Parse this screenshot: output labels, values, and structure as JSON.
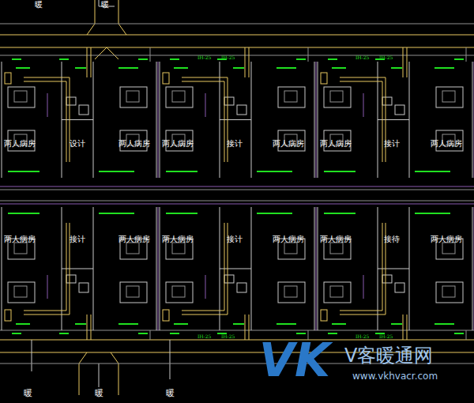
{
  "diagram": {
    "labels": [
      "暖",
      "暖",
      "两人病房",
      "两人病房",
      "两人病房",
      "两人病房",
      "两人病房",
      "两人病房",
      "两人病房",
      "两人病房",
      "两人病房",
      "两人病房",
      "两人病房",
      "两人病房",
      "设计",
      "接计",
      "接计",
      "接计",
      "接计",
      "接待",
      "IH-25",
      "IH-25",
      "IH-25",
      "IH-25",
      "IH-25",
      "IH-25",
      "IH-25",
      "IH-25",
      "暖",
      "暖",
      "暖",
      "VK",
      "V客暖通网",
      "www.vkhvacr.com"
    ]
  }
}
